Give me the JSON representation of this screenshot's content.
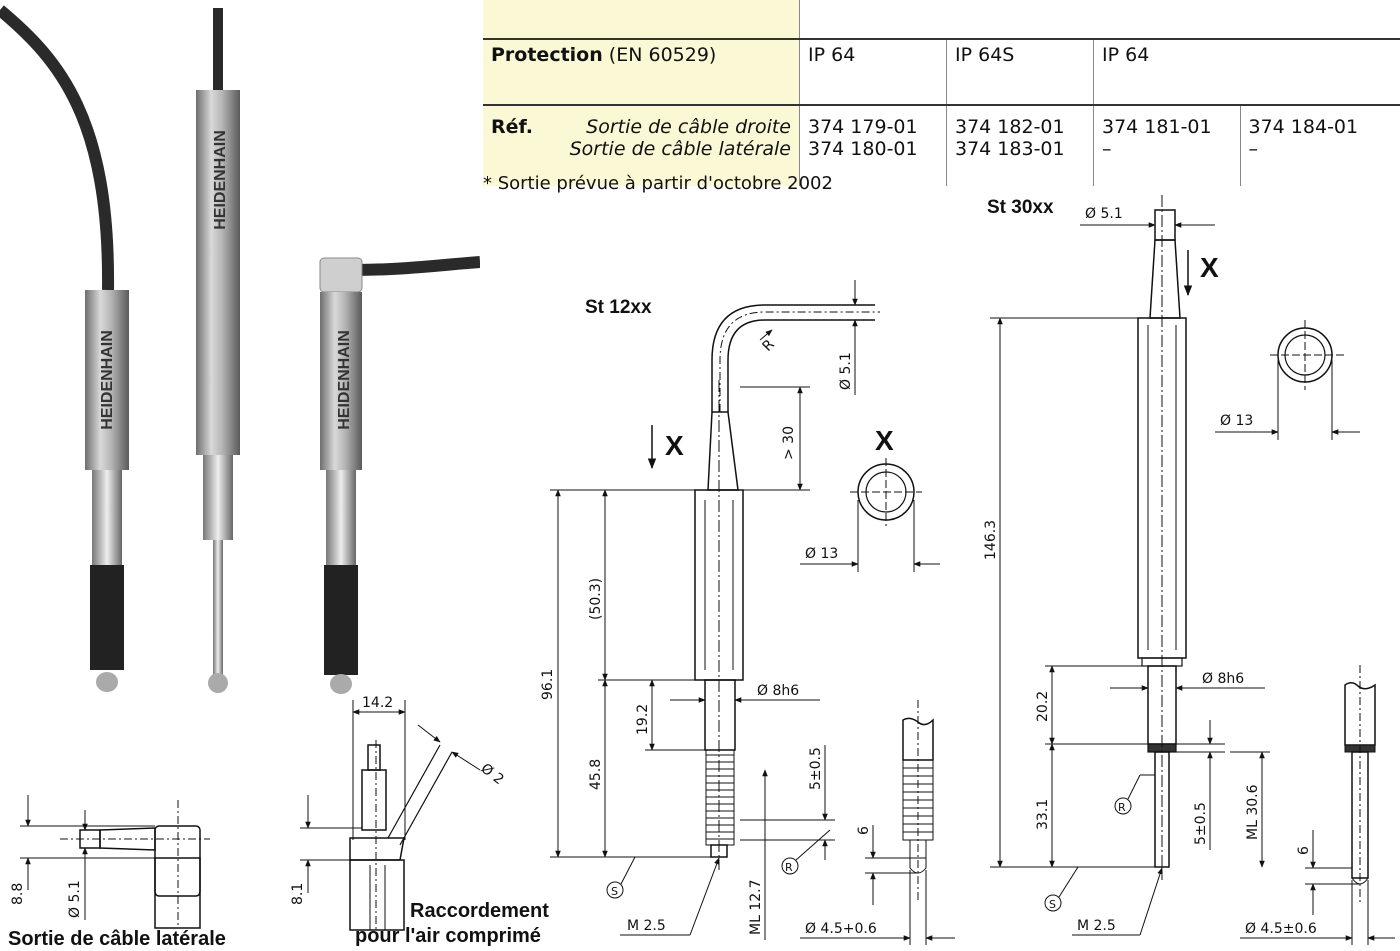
{
  "table": {
    "row_top": {
      "label": "",
      "value": ""
    },
    "protection": {
      "label_bold": "Protection",
      "label_rest": " (EN 60529)",
      "values": [
        "IP 64",
        "IP 64S",
        "IP 64",
        ""
      ]
    },
    "ref": {
      "label": "Réf.",
      "line1_label": "Sortie de câble droite",
      "line2_label": "Sortie de câble latérale",
      "col1": [
        "374 179-01",
        "374 180-01"
      ],
      "col2": [
        "374 182-01",
        "374 183-01"
      ],
      "col3": [
        "374 181-01",
        "–"
      ],
      "col4": [
        "374 184-01",
        "–"
      ]
    }
  },
  "footnote": "* Sortie prévue à partir d'octobre 2002",
  "photo": {
    "brand": "HEIDENHAIN"
  },
  "st12": {
    "title": "St 12xx",
    "x_label": "X",
    "view_label": "X",
    "dims": {
      "d51": "Ø 5.1",
      "r": "R",
      "gt30": "> 30",
      "d13": "Ø 13",
      "l503": "(50.3)",
      "l961": "96.1",
      "l192": "19.2",
      "l458": "45.8",
      "d8h6": "Ø 8h6",
      "s": "5±0.5",
      "ml127": "ML 12.7",
      "m25": "M 2.5",
      "six": "6",
      "d45": "Ø 4.5+0.6",
      "rr": "R",
      "ss": "S"
    }
  },
  "st30": {
    "title": "St 30xx",
    "x_label": "X",
    "dims": {
      "d51": "Ø 5.1",
      "d13": "Ø 13",
      "l1463": "146.3",
      "l202": "20.2",
      "l331": "33.1",
      "d8h6": "Ø 8h6",
      "s": "5±0.5",
      "ml306": "ML 30.6",
      "m25": "M 2.5",
      "six": "6",
      "d45": "Ø 4.5±0.6",
      "rr": "R",
      "ss": "S"
    }
  },
  "detail_side": {
    "caption": "Sortie de câble latérale",
    "d88": "8.8",
    "d51": "Ø 5.1"
  },
  "detail_air": {
    "caption1": "Raccordement",
    "caption2": "pour l'air comprimé",
    "d142": "14.2",
    "d2": "Ø 2",
    "d81": "8.1"
  },
  "colors": {
    "table_label_bg": "#fbf8d6",
    "line": "#111111",
    "gauge_metal": "#9a9a9a",
    "cable": "#2a2a2a"
  }
}
